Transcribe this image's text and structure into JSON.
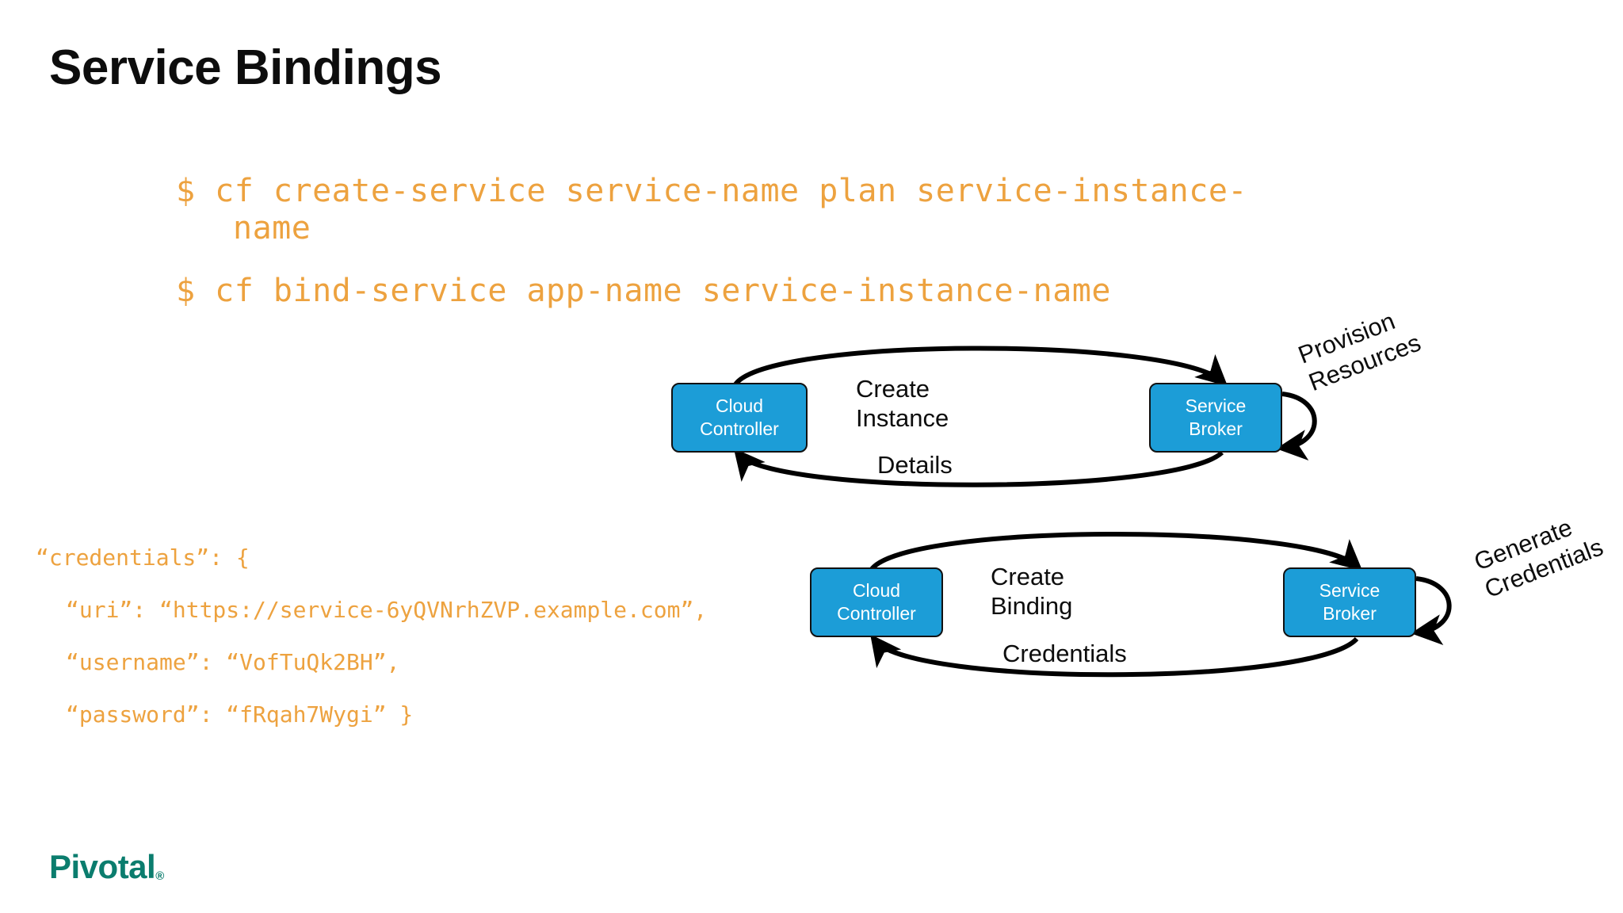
{
  "slide": {
    "title": "Service Bindings",
    "background_color": "#ffffff"
  },
  "colors": {
    "code_orange": "#eda23f",
    "node_blue": "#1c9dd7",
    "node_border": "#111111",
    "node_text": "#ffffff",
    "title_black": "#0d0d0d",
    "brand_teal": "#0b7d6e"
  },
  "cli": {
    "command_1_line_1": "$ cf create-service service-name plan service-instance-",
    "command_1_line_2": "name",
    "command_2": "$ cf bind-service app-name service-instance-name"
  },
  "credentials": {
    "line_1": "“credentials”: {",
    "line_2": "“uri”: “https://service-6yQVNrhZVP.example.com”,",
    "line_3": "“username”: “VofTuQk2BH”,",
    "line_4": "“password”: “fRqah7Wygi” }"
  },
  "diagrams": [
    {
      "id": "create-instance",
      "left_node_line_1": "Cloud",
      "left_node_line_2": "Controller",
      "right_node_line_1": "Service",
      "right_node_line_2": "Broker",
      "request_label": "Create\nInstance",
      "response_label": "Details",
      "loop_label": "Provision\nResources"
    },
    {
      "id": "create-binding",
      "left_node_line_1": "Cloud",
      "left_node_line_2": "Controller",
      "right_node_line_1": "Service",
      "right_node_line_2": "Broker",
      "request_label": "Create\nBinding",
      "response_label": "Credentials",
      "loop_label": "Generate\nCredentials"
    }
  ],
  "footer": {
    "brand": "Pivotal",
    "registered_mark": "®"
  }
}
